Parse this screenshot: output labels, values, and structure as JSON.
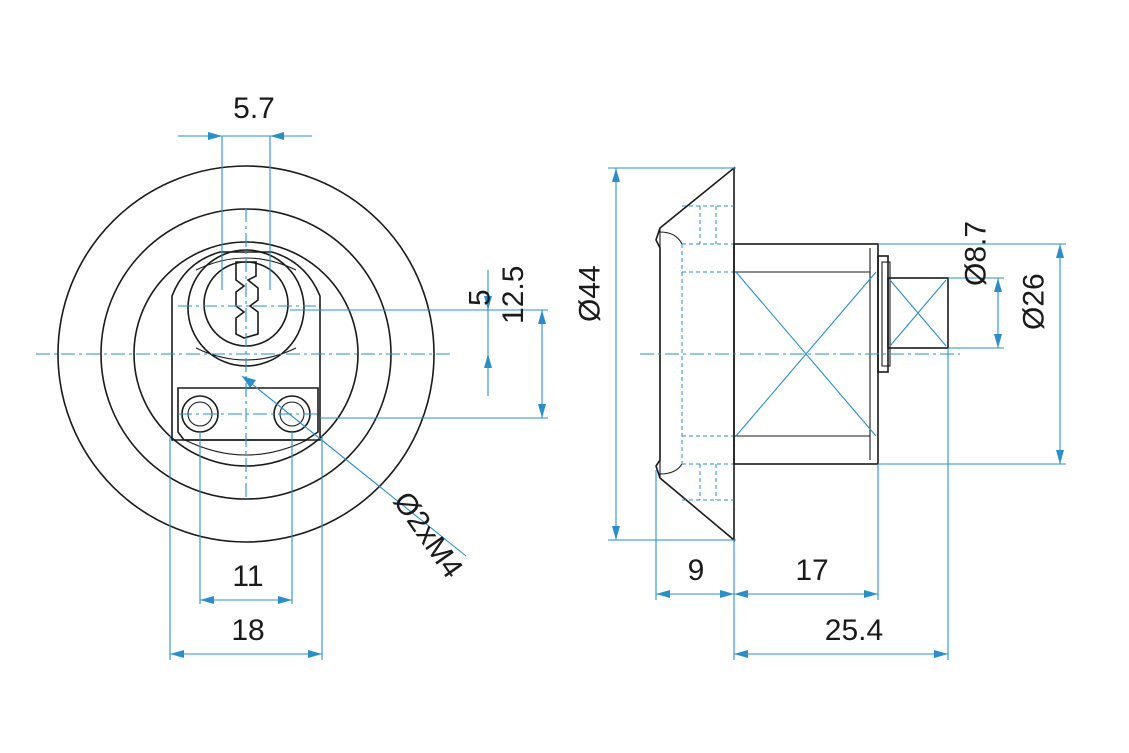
{
  "front_view": {
    "dimensions": {
      "slot_width": "5.7",
      "offset_small": "5",
      "offset_large": "12.5",
      "hole_spacing": "11",
      "body_width": "18",
      "threaded_holes": "Ø2xM4"
    }
  },
  "side_view": {
    "dimensions": {
      "flange_diameter": "Ø44",
      "cam_diameter": "Ø8.7",
      "body_diameter": "Ø26",
      "flange_depth": "9",
      "body_length": "17",
      "total_length": "25.4"
    }
  },
  "colors": {
    "outline": "#1a1a1a",
    "dimension": "#2a8fc8",
    "background": "#ffffff"
  }
}
